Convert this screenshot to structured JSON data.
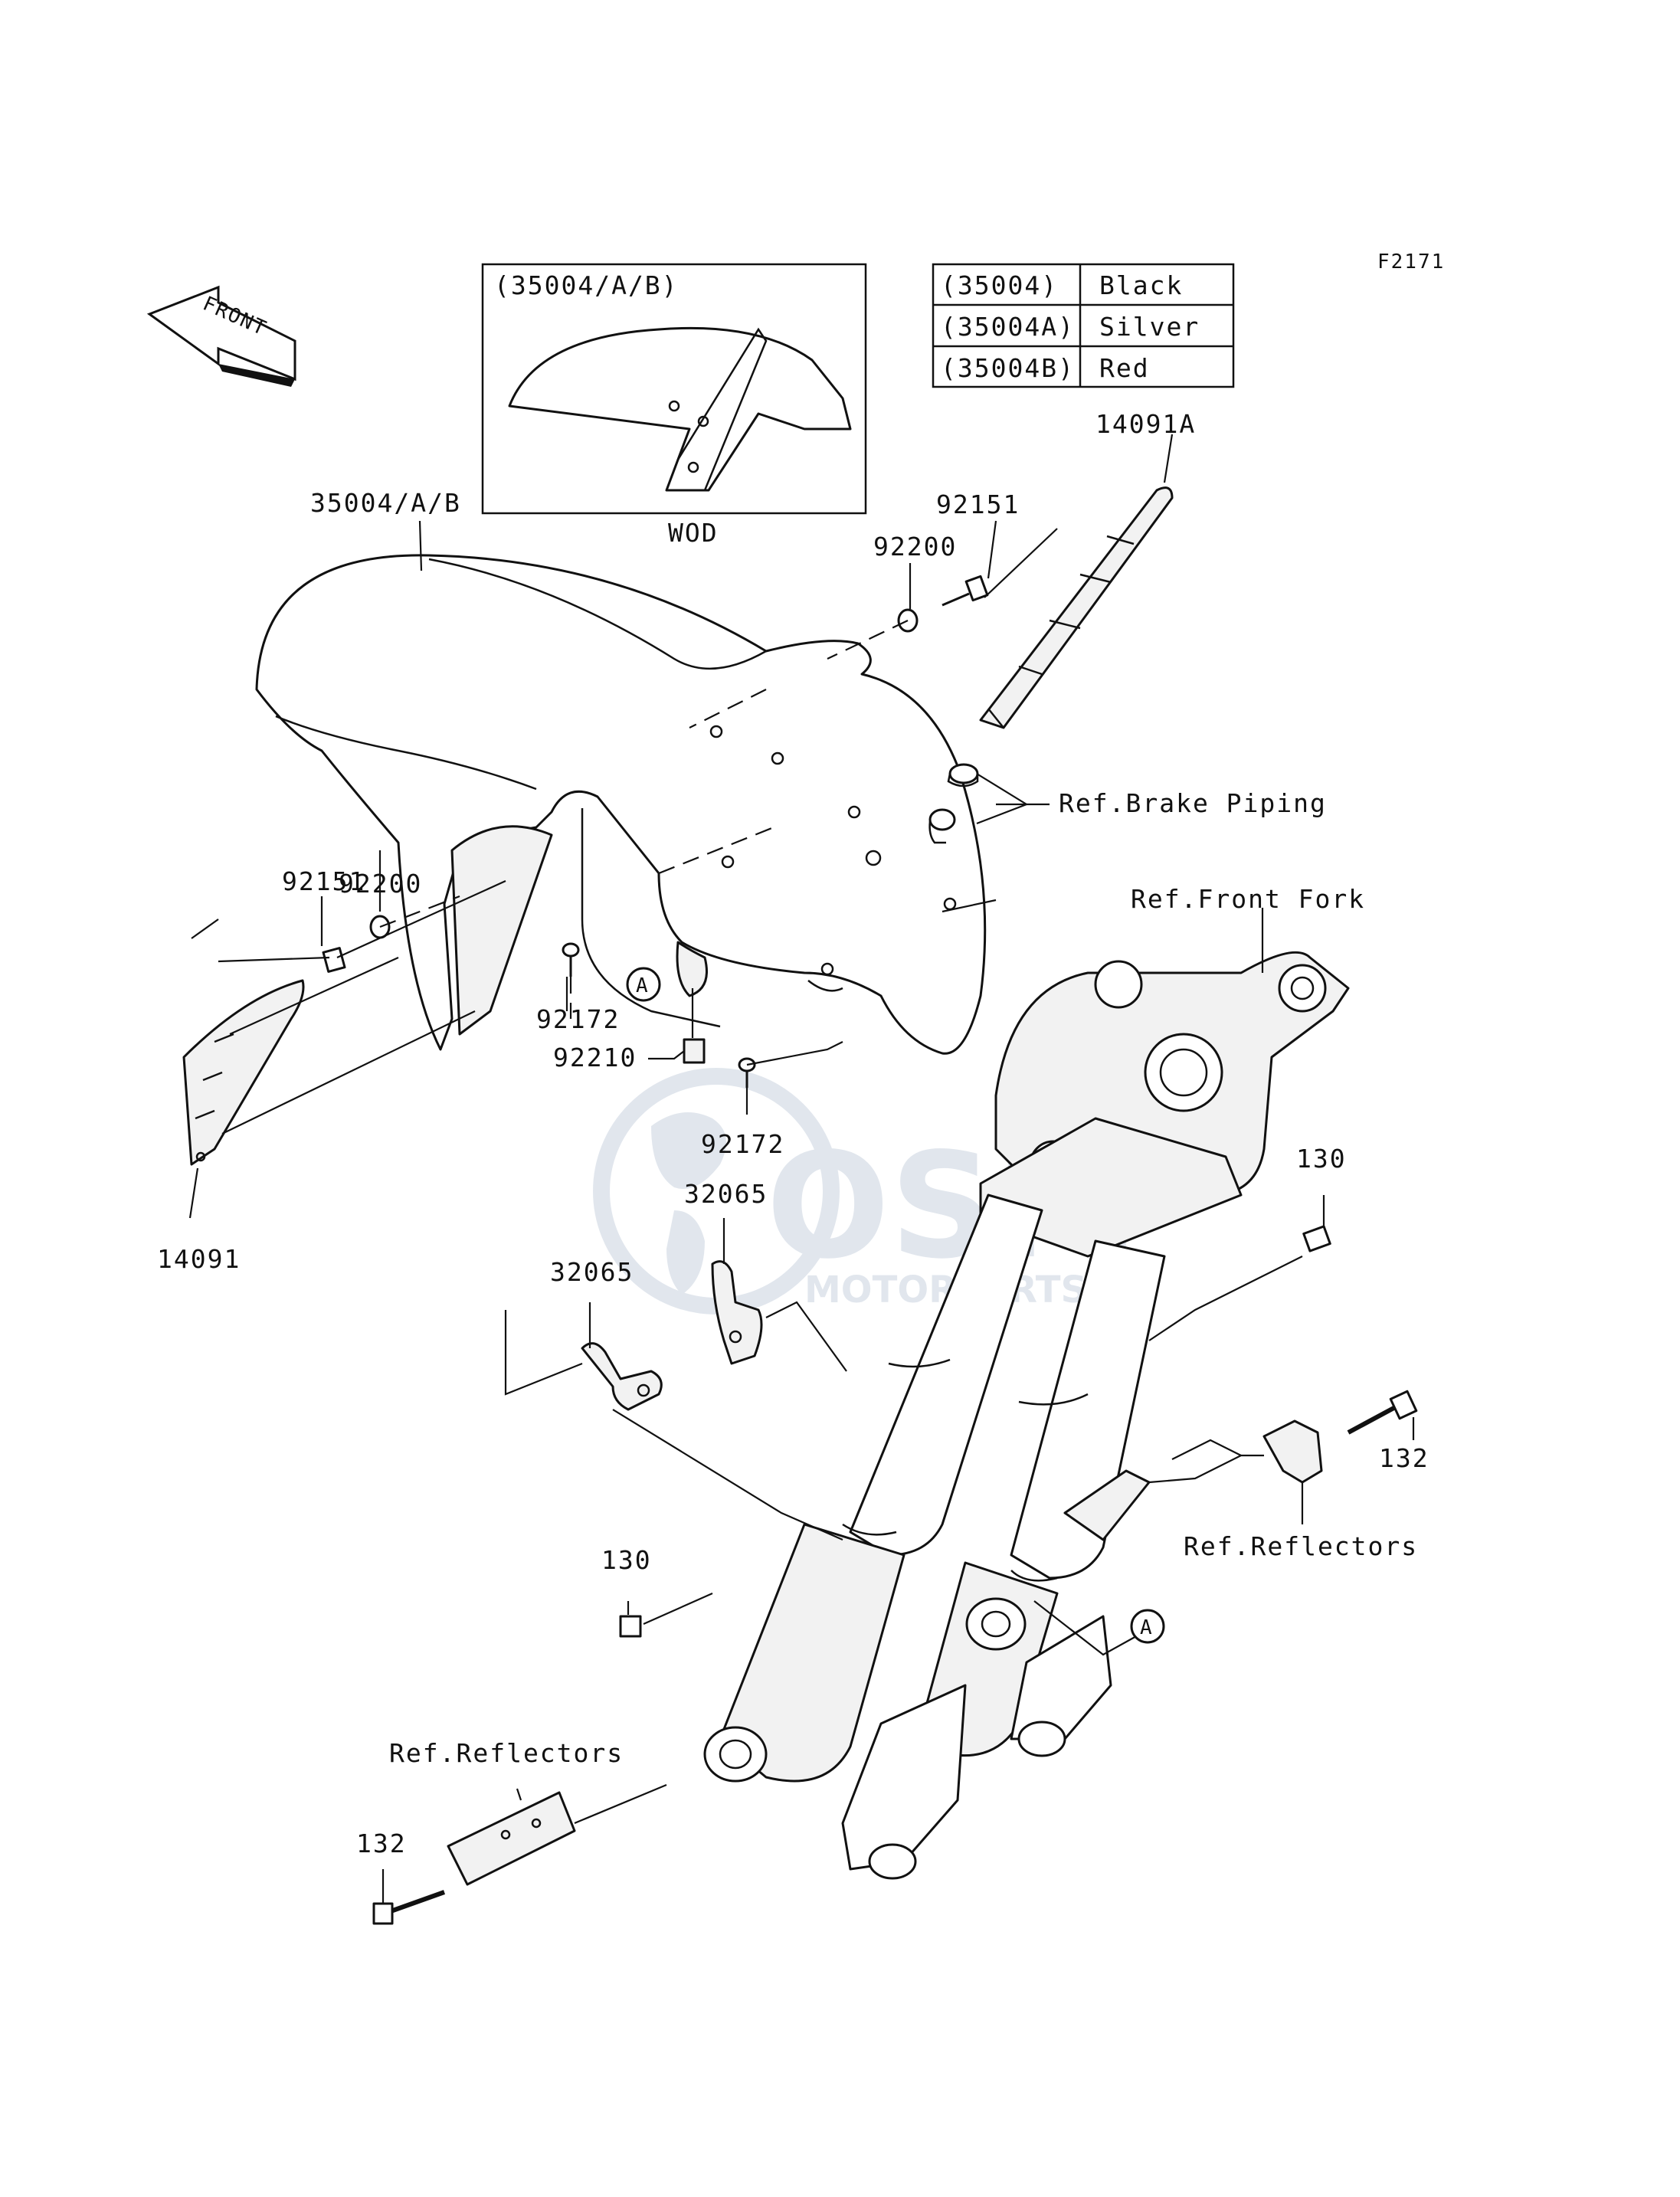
{
  "diagram_id": "F2171",
  "front_arrow": "FRONT",
  "inset": {
    "title": "(35004/A/B)",
    "caption": "WOD"
  },
  "color_table": [
    {
      "code": "(35004)",
      "color": "Black"
    },
    {
      "code": "(35004A)",
      "color": "Silver"
    },
    {
      "code": "(35004B)",
      "color": "Red"
    }
  ],
  "parts": {
    "fender": "35004/A/B",
    "cover_right": "14091A",
    "cover_left": "14091",
    "bolt_92151_right": "92151",
    "washer_92200_right": "92200",
    "bolt_92151_left": "92151",
    "washer_92200_left": "92200",
    "screw_92172_a": "92172",
    "screw_92172_b": "92172",
    "nut_92210": "92210",
    "bracket_32065_a": "32065",
    "bracket_32065_b": "32065",
    "bolt_130_right": "130",
    "bolt_130_left": "130",
    "bolt_132_right": "132",
    "bolt_132_left": "132"
  },
  "references": {
    "brake_piping": "Ref.Brake Piping",
    "front_fork": "Ref.Front Fork",
    "reflectors_right": "Ref.Reflectors",
    "reflectors_left": "Ref.Reflectors"
  },
  "callout_marks": {
    "a_left": "A",
    "a_right": "A"
  },
  "watermark": {
    "logo": "OSM",
    "text": "MOTORPARTS",
    "color": "#c9d3df"
  }
}
